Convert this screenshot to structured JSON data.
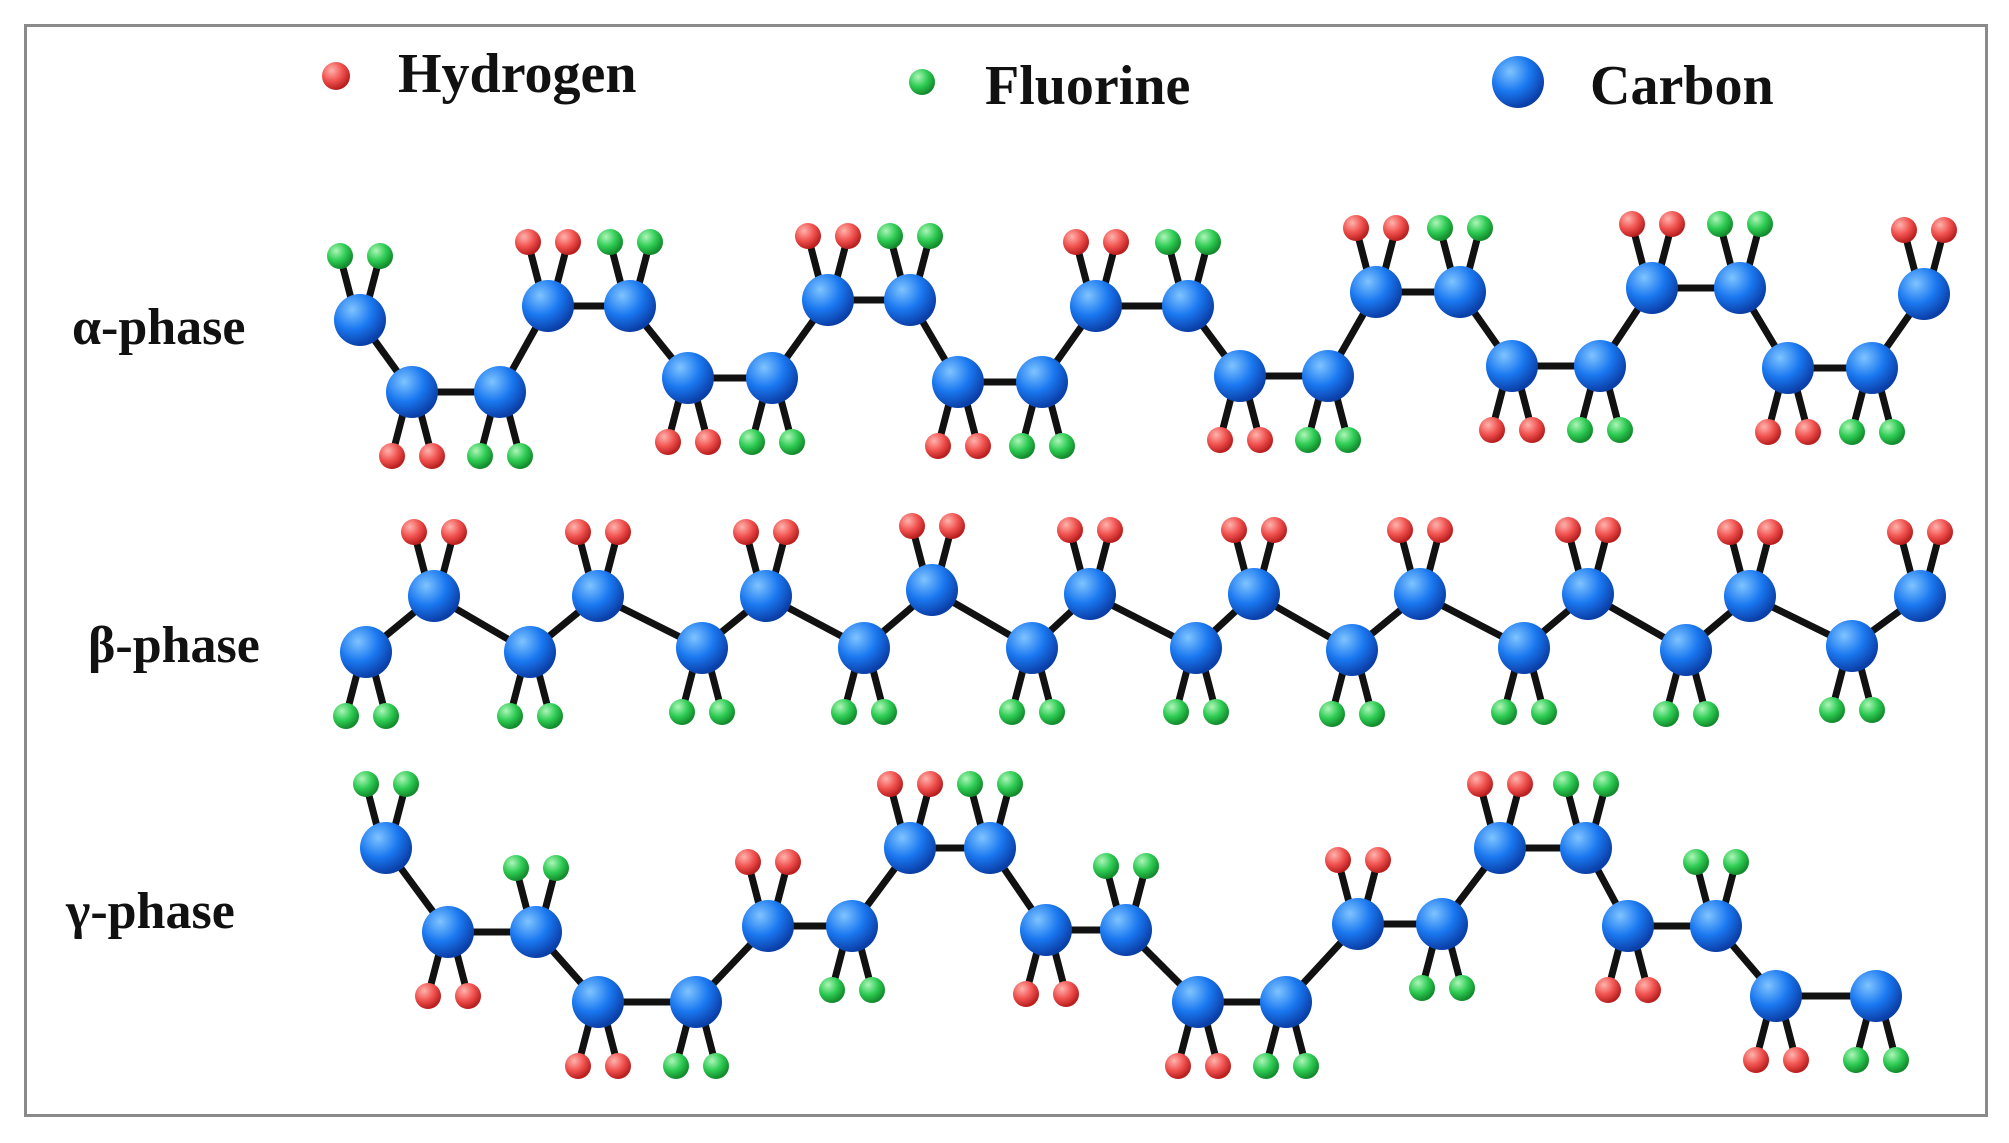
{
  "legend": {
    "hydrogen": {
      "label": "Hydrogen",
      "color": "#f0524f"
    },
    "fluorine": {
      "label": "Fluorine",
      "color": "#2ecc54"
    },
    "carbon": {
      "label": "Carbon",
      "color": "#1a78f0"
    }
  },
  "colors": {
    "bond": "#111111",
    "frame": "#8a8a8a"
  },
  "phases": [
    {
      "id": "alpha",
      "label": "α-phase"
    },
    {
      "id": "beta",
      "label": "β-phase"
    },
    {
      "id": "gamma",
      "label": "γ-phase"
    }
  ]
}
